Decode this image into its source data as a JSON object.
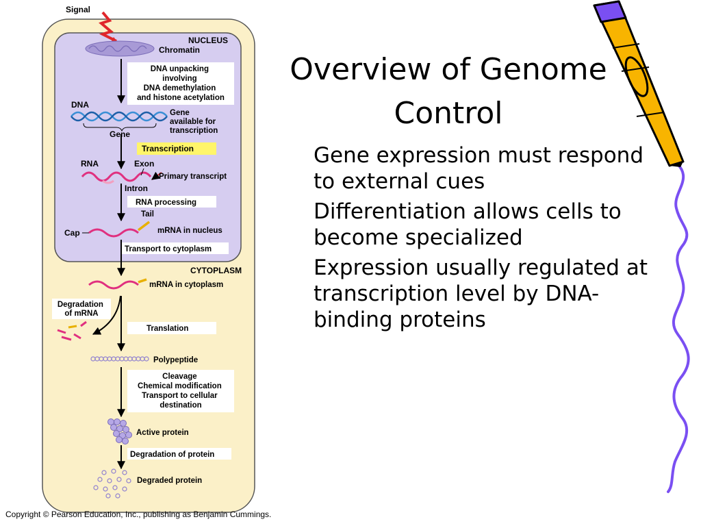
{
  "title": "Overview of Genome Control",
  "bullets": [
    "Gene expression must respond to external cues",
    "Differentiation allows cells to become specialized",
    "Expression usually regulated at transcription level by DNA-binding proteins"
  ],
  "copyright": "Copyright © Pearson Education, Inc., publishing as Benjamin Cummings.",
  "diagram": {
    "signal": "Signal",
    "nucleus": "NUCLEUS",
    "cytoplasm": "CYTOPLASM",
    "chromatin": "Chromatin",
    "unpacking": [
      "DNA unpacking",
      "involving",
      "DNA demethylation",
      "and histone acetylation"
    ],
    "dna": "DNA",
    "gene_available": [
      "Gene",
      "available for",
      "transcription"
    ],
    "gene": "Gene",
    "transcription": "Transcription",
    "rna": "RNA",
    "exon": "Exon",
    "primary_transcript": "Primary transcript",
    "intron": "Intron",
    "rna_processing": "RNA processing",
    "tail": "Tail",
    "cap": "Cap",
    "mrna_nucleus": "mRNA in nucleus",
    "transport_cytoplasm": "Transport to cytoplasm",
    "mrna_cytoplasm": "mRNA in cytoplasm",
    "degradation_mrna": [
      "Degradation",
      "of mRNA"
    ],
    "translation": "Translation",
    "polypeptide": "Polypeptide",
    "modification": [
      "Cleavage",
      "Chemical modification",
      "Transport to cellular",
      "destination"
    ],
    "active_protein": "Active protein",
    "degradation_protein": "Degradation of protein",
    "degraded_protein": "Degraded protein"
  },
  "colors": {
    "cell": "#fbf0c8",
    "nucleus": "#d6cdf0",
    "nucleus_border": "#555555",
    "highlight": "#fff56a",
    "dna_strand": "#3a8fd6",
    "mrna": "#e0307f",
    "tail": "#e8b000",
    "protein": "#b6a8e6",
    "signal": "#e0262b",
    "pencil_body": "#f8b400",
    "pencil_outline": "#000000",
    "pencil_eraser": "#7a4ff2",
    "squiggle": "#7a4ff2"
  },
  "icons": {
    "pencil": "pencil-icon",
    "squiggle": "squiggle-line",
    "signal": "lightning-icon"
  }
}
